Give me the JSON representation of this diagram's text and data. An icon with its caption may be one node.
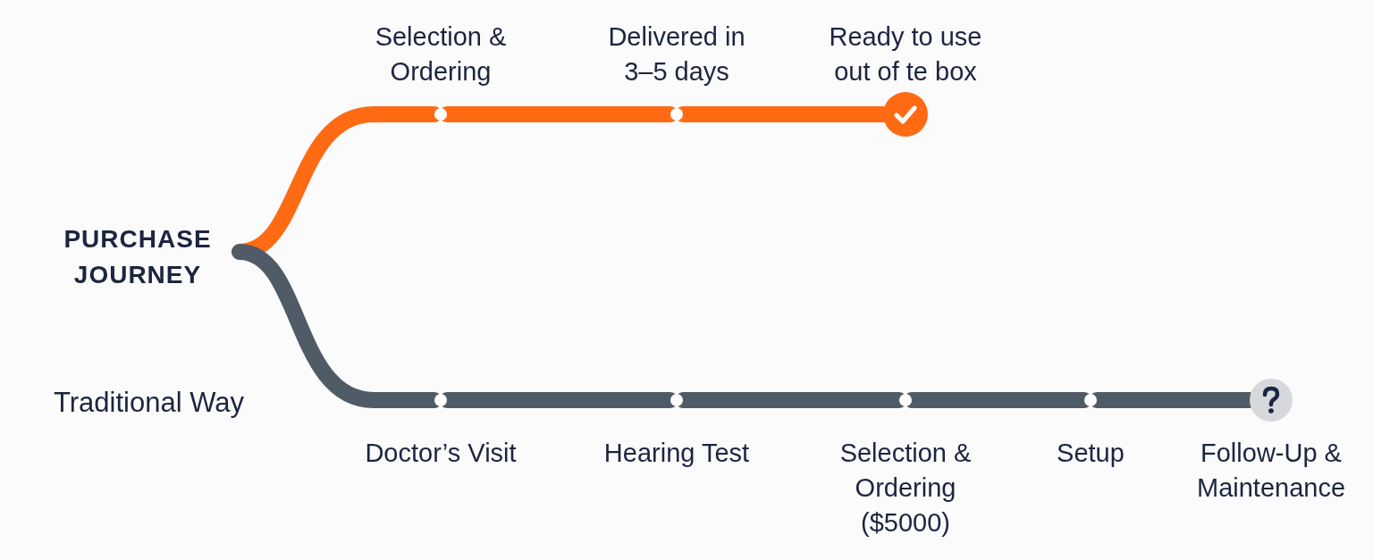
{
  "diagram": {
    "nodes": [
      {
        "text": [
          "PURCHASE JOURNEY"
        ]
      },
      {
        "text": [],
        "shape": "circle",
        "beside": [
          "Selection & Ordering"
        ]
      },
      {
        "text": [],
        "shape": "circle",
        "beside": [
          "Delivered in 3–5 days"
        ]
      },
      {
        "text": [],
        "shape": "circle",
        "beside": [
          "Ready to use out of te box"
        ]
      },
      {
        "text": [],
        "shape": "circle",
        "beside": [
          "Doctor’s Visit"
        ]
      },
      {
        "text": [],
        "shape": "circle",
        "beside": [
          "Hearing Test"
        ]
      },
      {
        "text": [],
        "shape": "circle",
        "beside": [
          "Selection & Ordering ($5000)"
        ]
      },
      {
        "text": [],
        "shape": "circle",
        "beside": [
          "Setup"
        ]
      },
      {
        "text": [],
        "shape": "circle",
        "beside": [
          "Follow-Up & Maintenance"
        ]
      }
    ],
    "edges": [
      {
        "from": 0,
        "to": 1,
        "arrow": "none",
        "color": "#ff6a13"
      },
      {
        "from": 1,
        "to": 2,
        "arrow": "none",
        "color": "#ff6a13"
      },
      {
        "from": 2,
        "to": 3,
        "arrow": "none",
        "color": "#ff6a13"
      },
      {
        "from": 0,
        "to": 4,
        "arrow": "none",
        "color": "#4f5b66"
      },
      {
        "from": 4,
        "to": 5,
        "arrow": "none",
        "color": "#4f5b66"
      },
      {
        "from": 5,
        "to": 6,
        "arrow": "none",
        "color": "#4f5b66"
      },
      {
        "from": 6,
        "to": 7,
        "arrow": "none",
        "color": "#4f5b66"
      },
      {
        "from": 7,
        "to": 8,
        "arrow": "none",
        "color": "#4f5b66"
      }
    ],
    "labels": [
      "Traditional Way"
    ]
  }
}
